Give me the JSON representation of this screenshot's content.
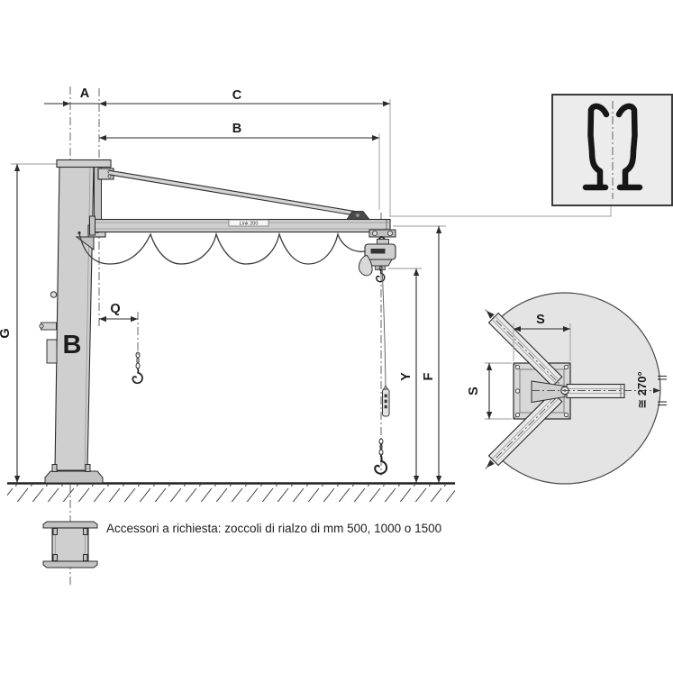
{
  "drawing": {
    "dims": {
      "a": "A",
      "b": "B",
      "c": "C",
      "g": "G",
      "q": "Q",
      "y": "Y",
      "f": "F",
      "s_top": "S",
      "s_side": "S"
    },
    "rotation_label": "≅ 270°",
    "beam_badge": "Link 200",
    "column_logo": "B",
    "note": "Accessori a richiesta: zoccoli di rialzo di mm 500, 1000 o 1500"
  },
  "colors": {
    "line": "#2b2b2b",
    "steel_light": "#cfcfcf",
    "sector_fill": "#e4e4e4",
    "panel_fill": "#ececec",
    "profile_ink": "#161616",
    "background": "#ffffff"
  }
}
